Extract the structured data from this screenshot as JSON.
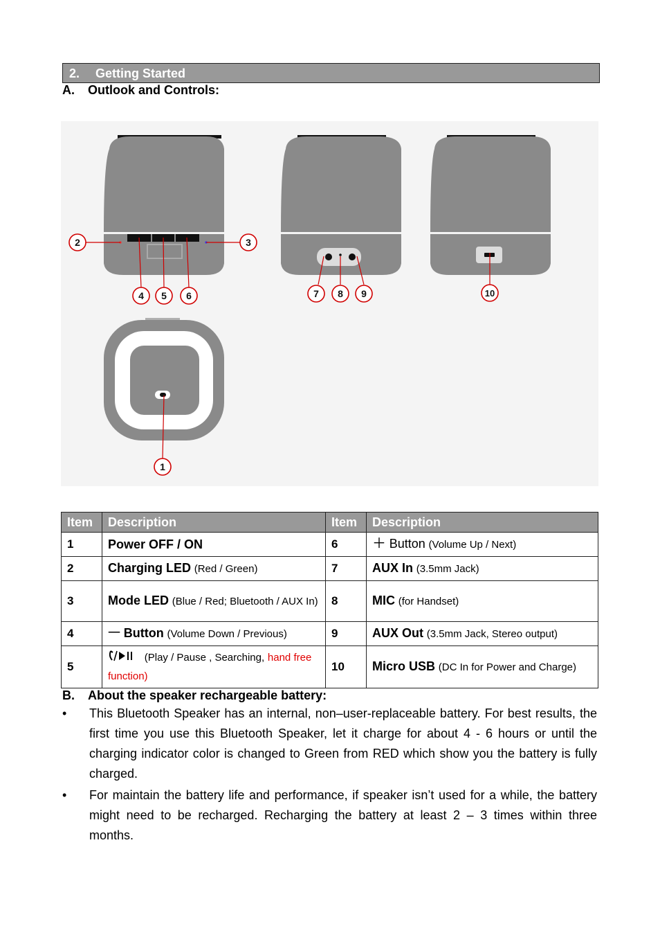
{
  "section": {
    "number": "2.",
    "title": "Getting Started"
  },
  "subsection_a": {
    "label": "A.",
    "title": "Outlook and Controls:"
  },
  "callouts": [
    "1",
    "2",
    "3",
    "4",
    "5",
    "6",
    "7",
    "8",
    "9",
    "10"
  ],
  "table": {
    "headers": [
      "Item",
      "Description",
      "Item",
      "Description"
    ],
    "rows": [
      {
        "left_num": "1",
        "left_main": "Power OFF / ON",
        "left_detail": "",
        "left_extra": "",
        "right_num": "6",
        "right_prefix": "＋",
        "right_main": "Button",
        "right_detail": "(Volume Up / Next)"
      },
      {
        "left_num": "2",
        "left_main": "Charging LED",
        "left_detail": "(Red / Green)",
        "left_extra": "",
        "right_num": "7",
        "right_prefix": "",
        "right_main": "AUX In",
        "right_detail": "(3.5mm Jack)"
      },
      {
        "left_num": "3",
        "left_main": "Mode LED",
        "left_detail": "(Blue / Red; Bluetooth / AUX In)",
        "left_extra": "",
        "right_num": "8",
        "right_prefix": "",
        "right_main": "MIC",
        "right_detail": "(for Handset)"
      },
      {
        "left_num": "4",
        "left_main": "Button",
        "left_detail": "(Volume Down / Previous)",
        "left_extra": "",
        "right_num": "9",
        "right_prefix": "",
        "right_main": "AUX Out",
        "right_detail": "(3.5mm Jack, Stereo output)"
      },
      {
        "left_num": "5",
        "left_main": "",
        "left_detail": "(Play / Pause , Searching,",
        "left_extra": "hand free function)",
        "right_num": "10",
        "right_prefix": "",
        "right_main": "Micro USB",
        "right_detail": "(DC In for Power and Charge)"
      }
    ],
    "minus_symbol": "一"
  },
  "subsection_b": {
    "label": "B.",
    "title": "About the speaker rechargeable battery:"
  },
  "bullets": [
    "This Bluetooth Speaker has an internal, non–user-replaceable battery. For best results, the first time you use this Bluetooth Speaker, let it charge for about 4 - 6 hours or until the charging indicator color is changed to Green from RED which show you the battery is fully charged.",
    "For maintain the battery life and performance, if speaker isn’t used for a while, the battery might need to be recharged. Recharging the battery at least 2 – 3 times within three months."
  ],
  "colors": {
    "header_bg": "#999999",
    "callout_red": "#d00000",
    "speaker_gray": "#8a8a8a"
  }
}
